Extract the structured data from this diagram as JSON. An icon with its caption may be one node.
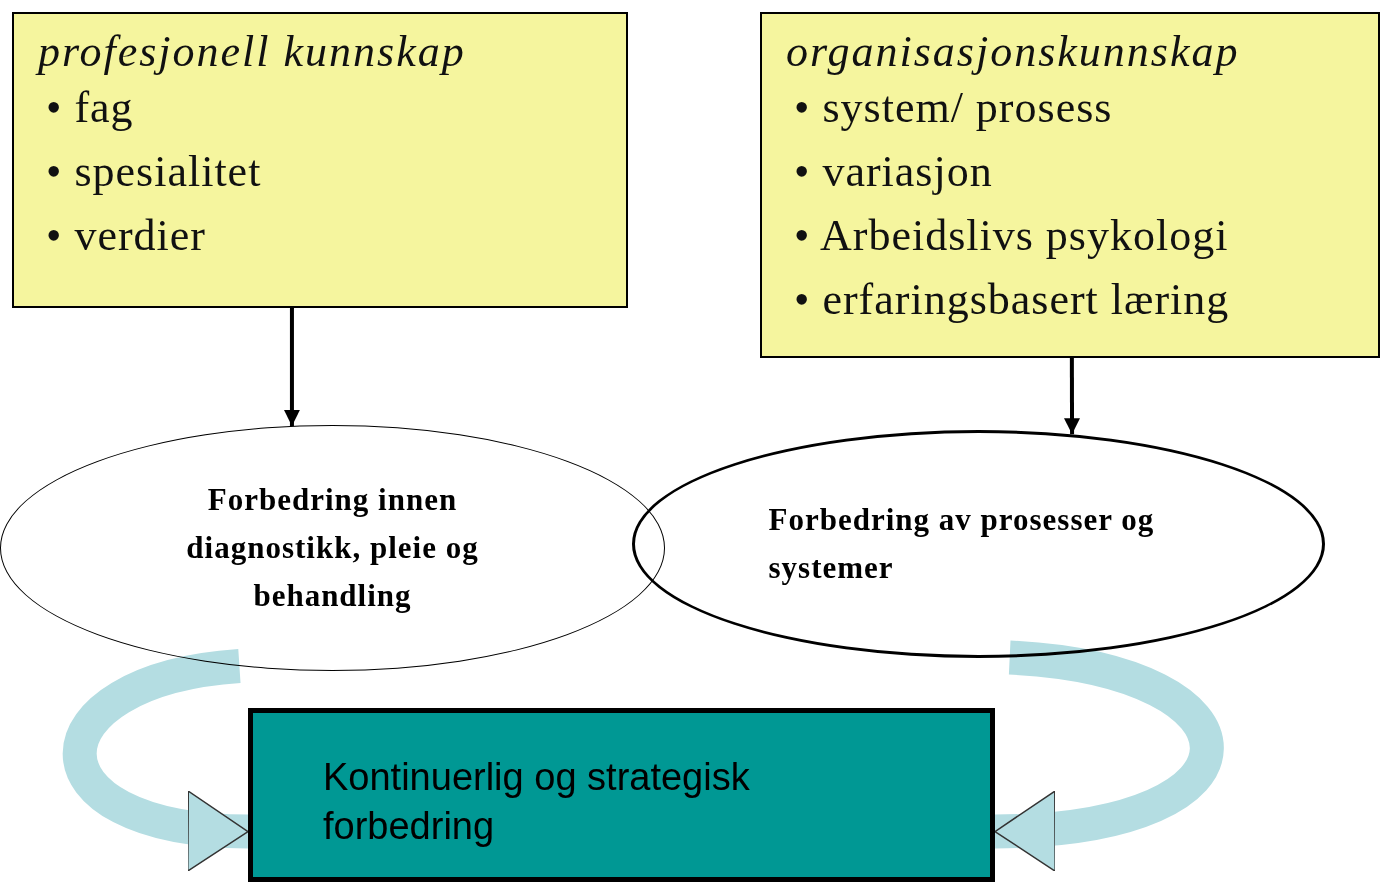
{
  "diagram": {
    "nodes": [
      {
        "text": [
          "profesjonell kunnskap",
          "• fag",
          "• spesialitet",
          "• verdier"
        ]
      },
      {
        "text": [
          "organisasjonskunnskap",
          "• system/ prosess",
          "• variasjon",
          "• Arbeidslivs psykologi",
          "• erfaringsbasert læring"
        ]
      },
      {
        "text": [
          "Forbedring innen diagnostikk, pleie og behandling"
        ]
      },
      {
        "text": [
          "Forbedring av prosesser og systemer"
        ]
      },
      {
        "text": [
          "Kontinuerlig og strategisk forbedring"
        ]
      }
    ],
    "edges": [
      {
        "from": 0,
        "to": 2,
        "arrow": "to"
      },
      {
        "from": 1,
        "to": 3,
        "arrow": "to"
      },
      {
        "from": 2,
        "to": 4,
        "arrow": "to",
        "style": "thick",
        "color": "#b4dde2"
      },
      {
        "from": 3,
        "to": 4,
        "arrow": "to",
        "style": "thick",
        "color": "#b4dde2"
      }
    ]
  }
}
